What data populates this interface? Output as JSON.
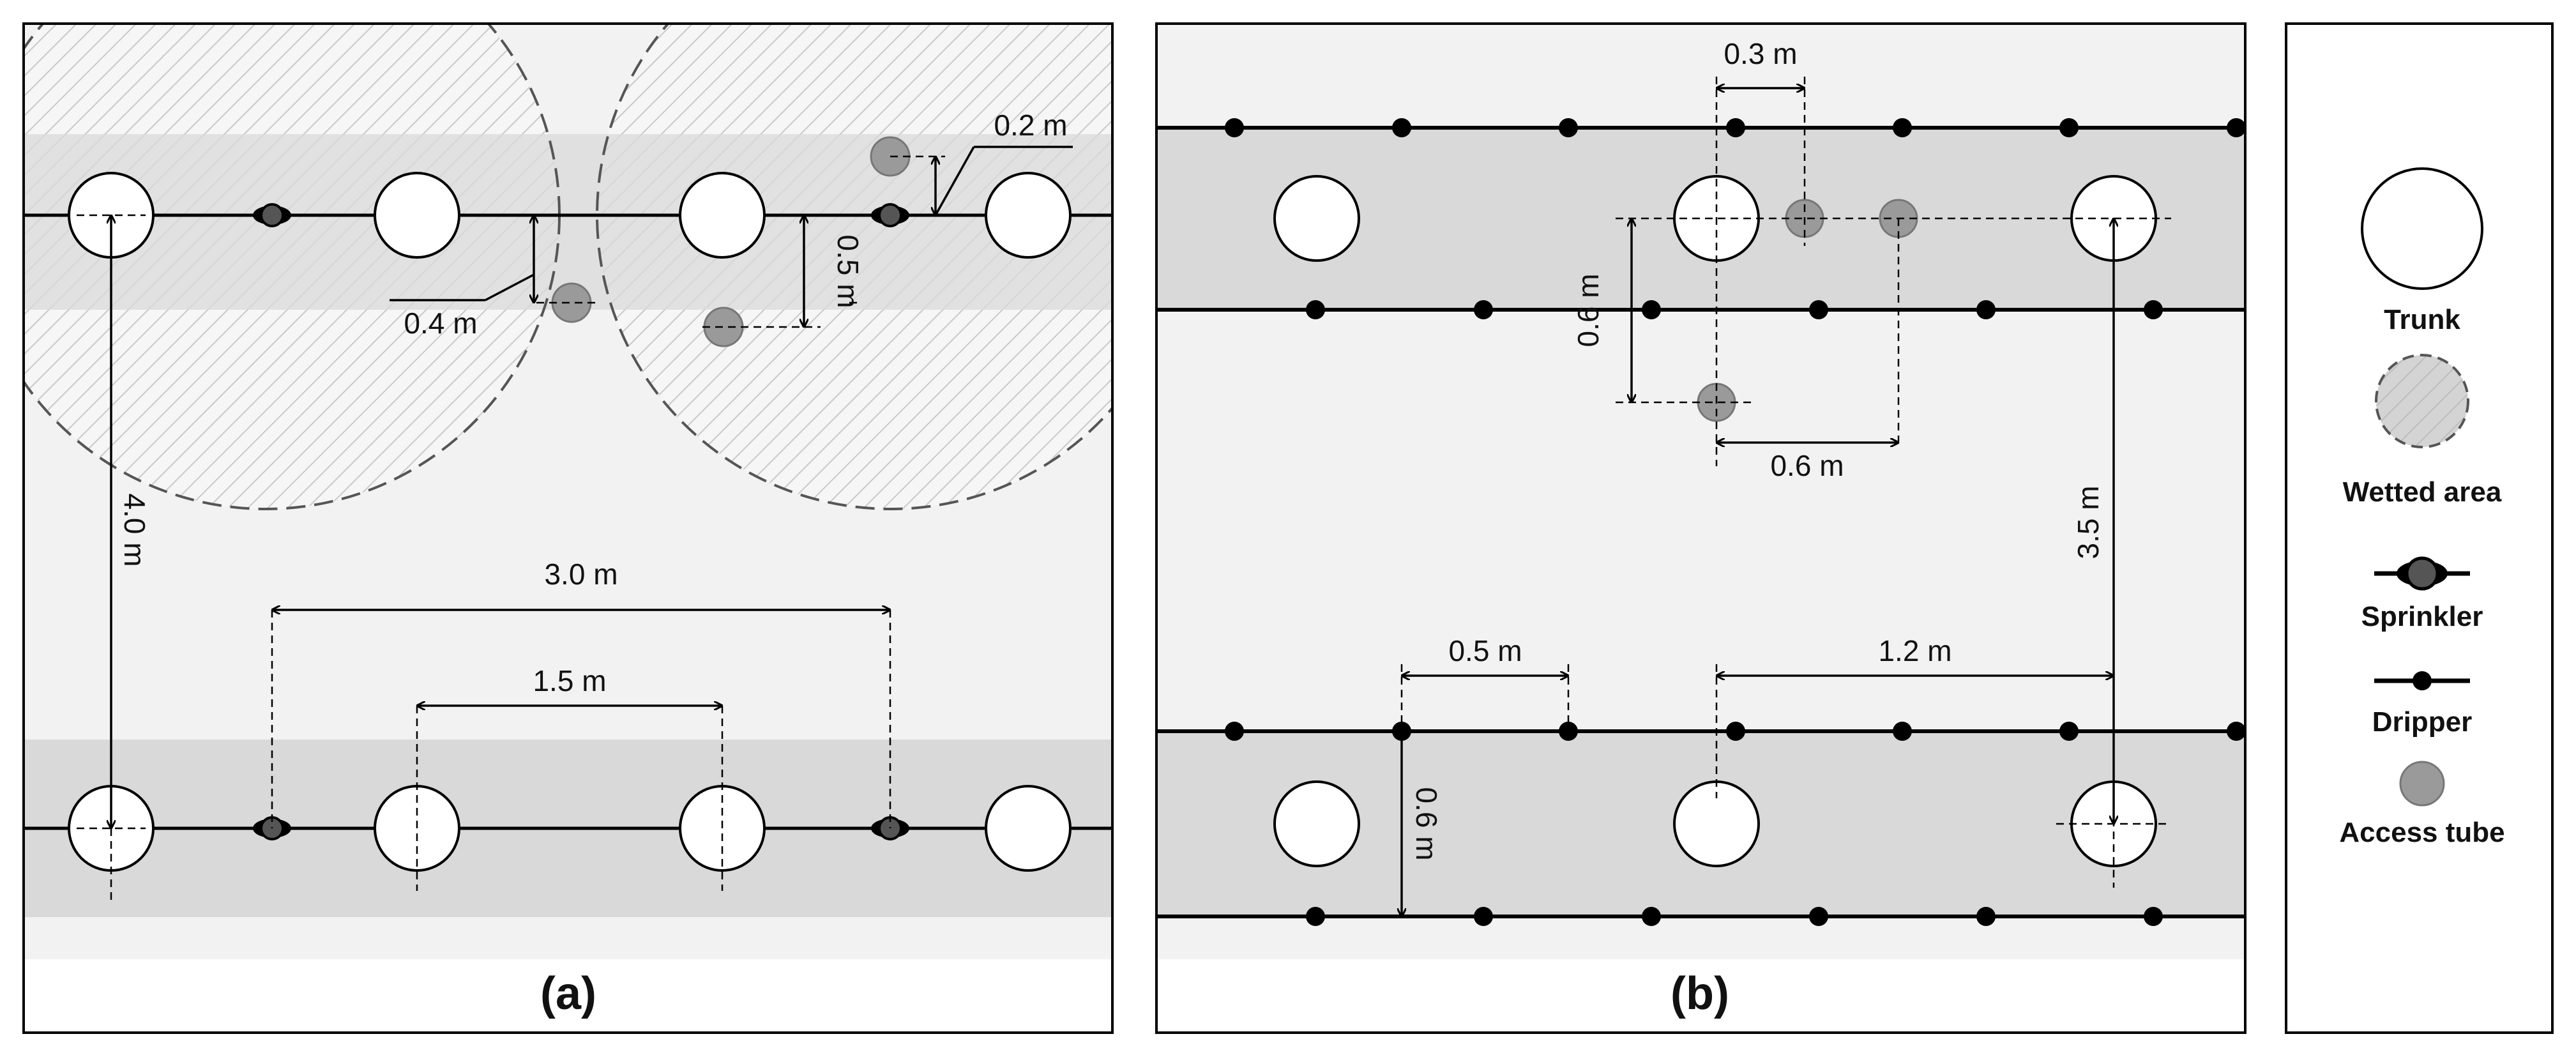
{
  "panel_a": {
    "caption": "(a)",
    "dimensions": {
      "row_spacing": "4.0 m",
      "sprinkler_spacing": "3.0 m",
      "tree_spacing": "1.5 m",
      "offset_small": "0.2 m",
      "offset_mid": "0.4 m",
      "offset_large": "0.5 m"
    }
  },
  "panel_b": {
    "caption": "(b)",
    "dimensions": {
      "top_offset": "0.3 m",
      "vertical_offset": "0.6 m",
      "horizontal_offset": "0.6 m",
      "row_spacing": "3.5 m",
      "dripper_spacing": "0.5 m",
      "tree_spacing": "1.2 m",
      "lateral_spacing": "0.6 m"
    }
  },
  "legend": {
    "trunk": "Trunk",
    "wetted_area": "Wetted area",
    "sprinkler": "Sprinkler",
    "dripper": "Dripper",
    "access_tube": "Access tube"
  },
  "colors": {
    "background": "#ffffff",
    "panel_fill": "#f2f2f2",
    "strip_fill": "#d9d9d9",
    "access_tube": "#9a9a9a",
    "line": "#000000"
  },
  "icons": [
    "trunk-icon",
    "wetted-area-icon",
    "sprinkler-icon",
    "dripper-icon",
    "access-tube-icon"
  ]
}
